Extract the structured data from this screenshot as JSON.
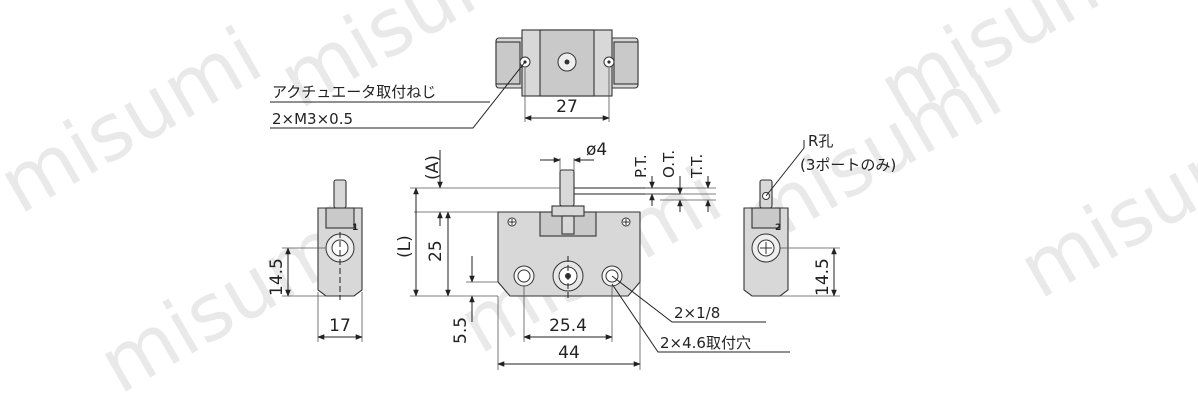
{
  "watermark": "misumi",
  "top_view": {
    "actuator_thread_label": "アクチュエータ取付ねじ",
    "actuator_thread_spec": "2×M3×0.5",
    "width_dim": "27"
  },
  "front_view": {
    "dim_a": "(A)",
    "dim_l": "(L)",
    "height_dim": "25",
    "base_dim": "5.5",
    "pitch_dim": "25.4",
    "width_dim": "44",
    "roller_dim": "ø4",
    "pt_label": "P.T.",
    "ot_label": "O.T.",
    "tt_label": "T.T.",
    "port_label": "2×1/8",
    "mount_label": "2×4.6取付穴"
  },
  "left_view": {
    "port_number": "1",
    "height_dim": "14.5",
    "width_dim": "17"
  },
  "right_view": {
    "port_number": "2",
    "hole_label": "R孔",
    "hole_note": "(3ポートのみ)",
    "height_dim": "14.5"
  }
}
